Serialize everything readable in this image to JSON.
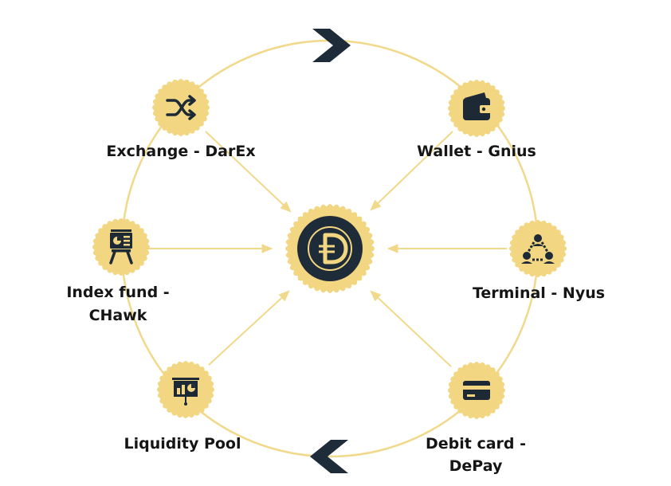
{
  "colors": {
    "ring": "#f0d98a",
    "badge": "#f2d681",
    "icon": "#1d2a36",
    "center_fill": "#1e2b38",
    "arrow": "#f0d98a",
    "chevron": "#1e2b38",
    "text": "#151515"
  },
  "center": {
    "icon": "darico-logo-icon"
  },
  "nodes": [
    {
      "id": "exchange",
      "icon": "shuffle-icon",
      "label_lines": [
        "Exchange - DarEx"
      ]
    },
    {
      "id": "wallet",
      "icon": "wallet-icon",
      "label_lines": [
        "Wallet - Gnius"
      ]
    },
    {
      "id": "index-fund",
      "icon": "presentation-board-icon",
      "label_lines": [
        "Index fund -",
        "CHawk"
      ]
    },
    {
      "id": "terminal",
      "icon": "network-nodes-icon",
      "label_lines": [
        "Terminal - Nyus"
      ]
    },
    {
      "id": "liquidity-pool",
      "icon": "chart-board-icon",
      "label_lines": [
        "Liquidity Pool"
      ]
    },
    {
      "id": "debit-card",
      "icon": "credit-card-icon",
      "label_lines": [
        "Debit card -",
        "DePay"
      ]
    }
  ]
}
